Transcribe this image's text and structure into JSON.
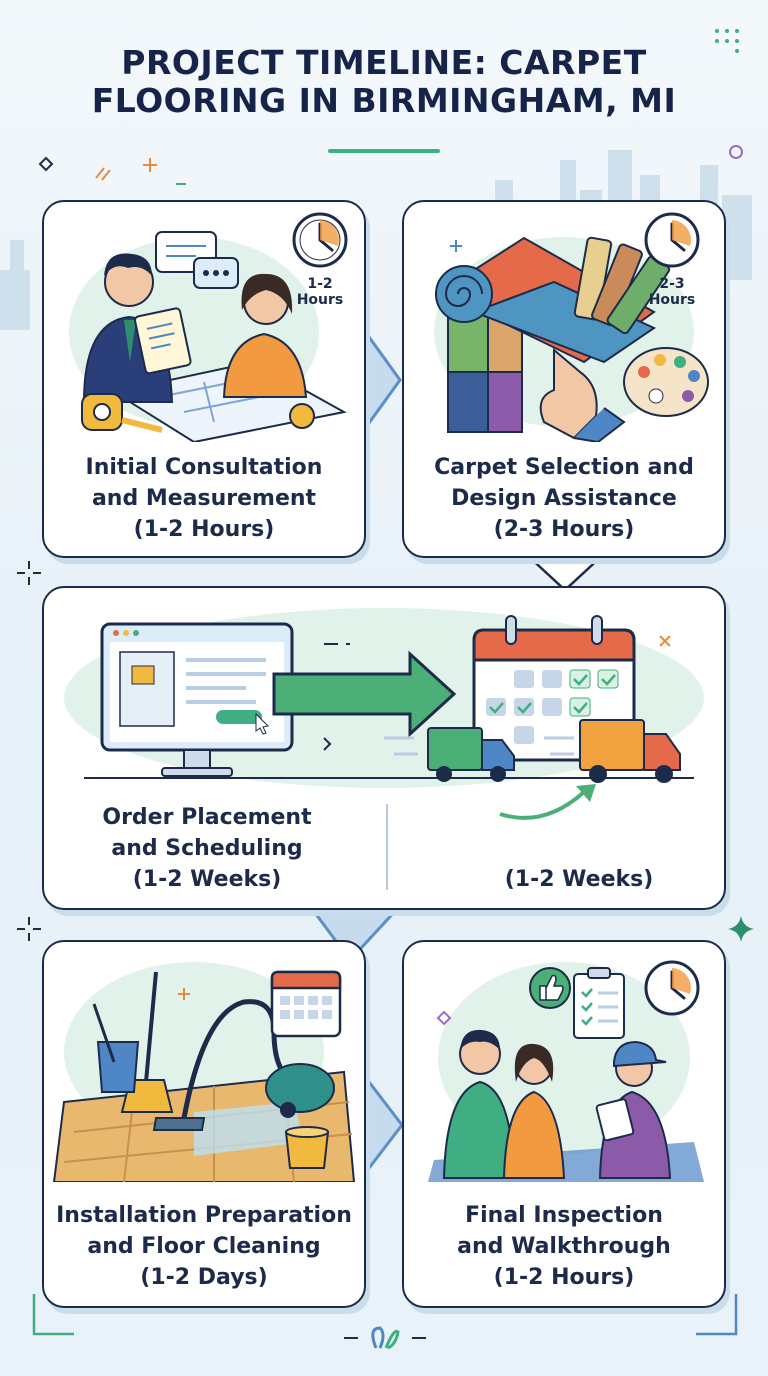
{
  "title": {
    "line1": "PROJECT TIMELINE: CARPET",
    "line2": "FLOORING IN BIRMINGHAM, MI"
  },
  "steps": [
    {
      "label_lines": [
        "Initial Consultation",
        "and Measurement",
        "(1-2 Hours)"
      ],
      "badge_lines": [
        "1-2",
        "Hours"
      ],
      "icons": [
        "consultant-icon",
        "client-icon",
        "chat-bubble-icon",
        "blueprint-icon",
        "tape-measure-icon",
        "clock-icon"
      ]
    },
    {
      "label_lines": [
        "Carpet Selection and",
        "Design Assistance",
        "(2-3 Hours)"
      ],
      "badge_lines": [
        "2-3",
        "Hours"
      ],
      "icons": [
        "carpet-roll-icon",
        "color-swatch-icon",
        "palette-icon",
        "pointing-hand-icon",
        "clock-icon"
      ]
    },
    {
      "label_lines": [
        "Order Placement",
        "and Scheduling",
        "(1-2 Weeks)"
      ],
      "secondary_label": "(1-2 Weeks)",
      "icons": [
        "computer-monitor-icon",
        "green-arrow-icon",
        "calendar-icon",
        "delivery-truck-icon"
      ]
    },
    {
      "label_lines": [
        "Installation Preparation",
        "and Floor Cleaning",
        "(1-2 Days)"
      ],
      "icons": [
        "vacuum-icon",
        "broom-icon",
        "bucket-icon",
        "calendar-icon"
      ]
    },
    {
      "label_lines": [
        "Final Inspection",
        "and Walkthrough",
        "(1-2 Hours)"
      ],
      "icons": [
        "couple-icon",
        "inspector-icon",
        "checklist-icon",
        "thumbs-up-icon",
        "clock-icon"
      ]
    }
  ],
  "colors": {
    "navy": "#1d2b4a",
    "accent_green": "#3fae82",
    "accent_blue": "#4e86c6",
    "background": "#e8f2f8"
  }
}
